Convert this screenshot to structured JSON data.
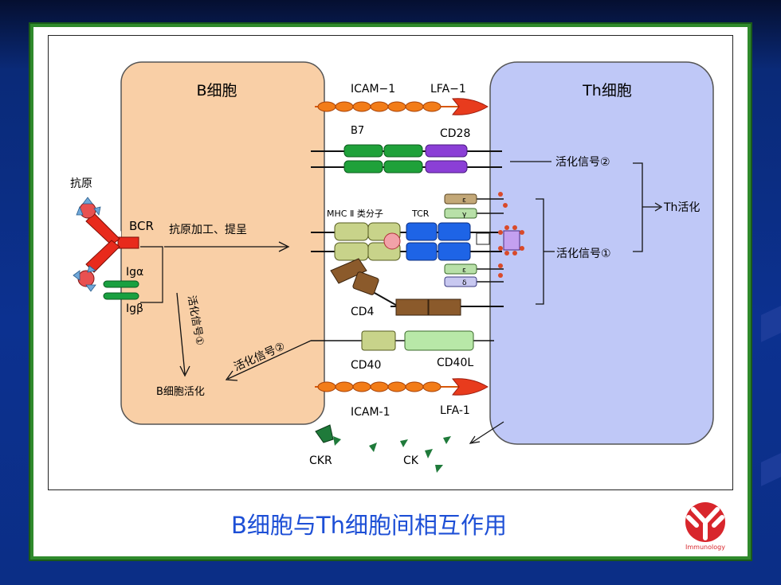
{
  "diagram": {
    "b_cell": {
      "title": "B细胞",
      "color": "#f9cfa6"
    },
    "th_cell": {
      "title": "Th细胞",
      "color": "#bfc8f7"
    },
    "labels": {
      "icam1_top": "ICAM−1",
      "lfa1_top": "LFA−1",
      "b7": "B7",
      "cd28": "CD28",
      "antigen": "抗原",
      "bcr": "BCR",
      "processing": "抗原加工、提呈",
      "ig_alpha": "Igα",
      "ig_beta": "Igβ",
      "mhc": "MHC Ⅱ 类分子",
      "tcr": "TCR",
      "cd4": "CD4",
      "cd40": "CD40",
      "cd40l": "CD40L",
      "icam1_bottom": "ICAM-1",
      "lfa1_bottom": "LFA-1",
      "ckr": "CKR",
      "ck": "CK",
      "signal2_right": "活化信号②",
      "signal1_right": "活化信号①",
      "th_activation": "Th活化",
      "signal1_vertical": "活化信号①",
      "signal2_diagonal": "活化信号②",
      "b_activation": "B细胞活化",
      "cd3_e1": "ε",
      "cd3_g": "γ",
      "cd3_e2": "ε",
      "cd3_d": "δ"
    }
  },
  "title": "B细胞与Th细胞间相互作用",
  "logo": {
    "label": "Immunology",
    "color": "#d8262c"
  }
}
